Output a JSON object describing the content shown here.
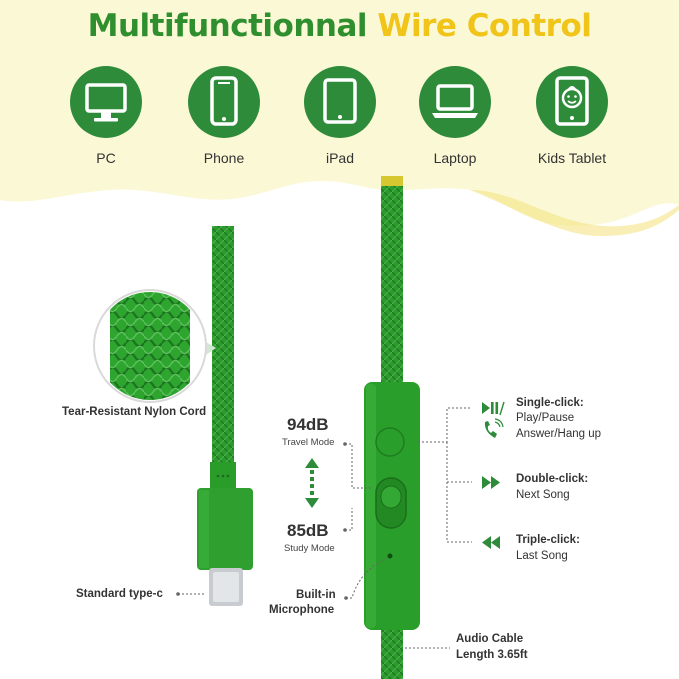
{
  "header": {
    "title_part1": "Multifunctionnal",
    "title_part2": "Wire Control"
  },
  "devices": [
    {
      "label": "PC",
      "icon": "monitor-icon"
    },
    {
      "label": "Phone",
      "icon": "phone-icon"
    },
    {
      "label": "iPad",
      "icon": "tablet-icon"
    },
    {
      "label": "Laptop",
      "icon": "laptop-icon"
    },
    {
      "label": "Kids Tablet",
      "icon": "kids-tablet-icon"
    }
  ],
  "callouts": {
    "cord": "Tear-Resistant Nylon Cord",
    "connector": "Standard type-c",
    "mic_line1": "Built-in",
    "mic_line2": "Microphone",
    "cable_line1": "Audio Cable",
    "cable_line2": "Length 3.65ft"
  },
  "volume": {
    "high_value": "94dB",
    "high_mode": "Travel Mode",
    "low_value": "85dB",
    "low_mode": "Study Mode"
  },
  "controls": {
    "single_title": "Single-click:",
    "single_line1": "Play/Pause",
    "single_line2": "Answer/Hang up",
    "double_title": "Double-click:",
    "double_line1": "Next Song",
    "triple_title": "Triple-click:",
    "triple_line1": "Last Song"
  },
  "colors": {
    "brand_green": "#2e8b3a",
    "cable_green": "#2c9a2c",
    "accent_yellow": "#f0c419",
    "header_bg": "#fbf8d6"
  }
}
